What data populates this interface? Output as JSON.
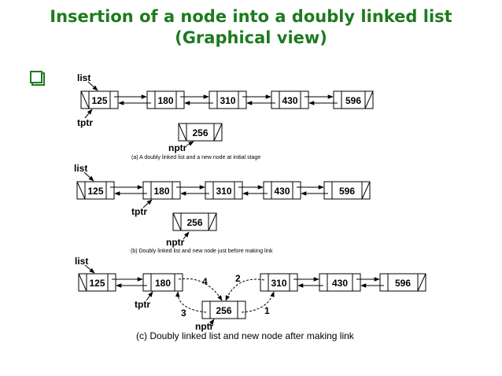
{
  "title": {
    "line1": "Insertion of a node into a doubly linked list",
    "line2": "(Graphical view)"
  },
  "colors": {
    "title": "#1e7a1e",
    "bullet": "#1e7a1e",
    "line": "#000000"
  },
  "bullet_icon": "hollow-square-bullet-icon",
  "stages": [
    {
      "pointers": {
        "list": "list",
        "tptr": "tptr",
        "nptr": "nptr"
      },
      "list_nodes": [
        "125",
        "180",
        "310",
        "430",
        "596"
      ],
      "new_node": "256",
      "caption": "(a) A doubly linked list and a new node at initial stage"
    },
    {
      "pointers": {
        "list": "list",
        "tptr": "tptr",
        "nptr": "nptr"
      },
      "list_nodes": [
        "125",
        "180",
        "310",
        "430",
        "596"
      ],
      "new_node": "256",
      "caption": "(b) Doubly linked list and new node just before making link"
    },
    {
      "pointers": {
        "list": "list",
        "tptr": "tptr",
        "nptr": "nptr"
      },
      "list_nodes": [
        "125",
        "180",
        "310",
        "430",
        "596"
      ],
      "new_node": "256",
      "link_steps": [
        "1",
        "2",
        "3",
        "4"
      ],
      "caption": "(c) Doubly linked list and new node after making link"
    }
  ]
}
